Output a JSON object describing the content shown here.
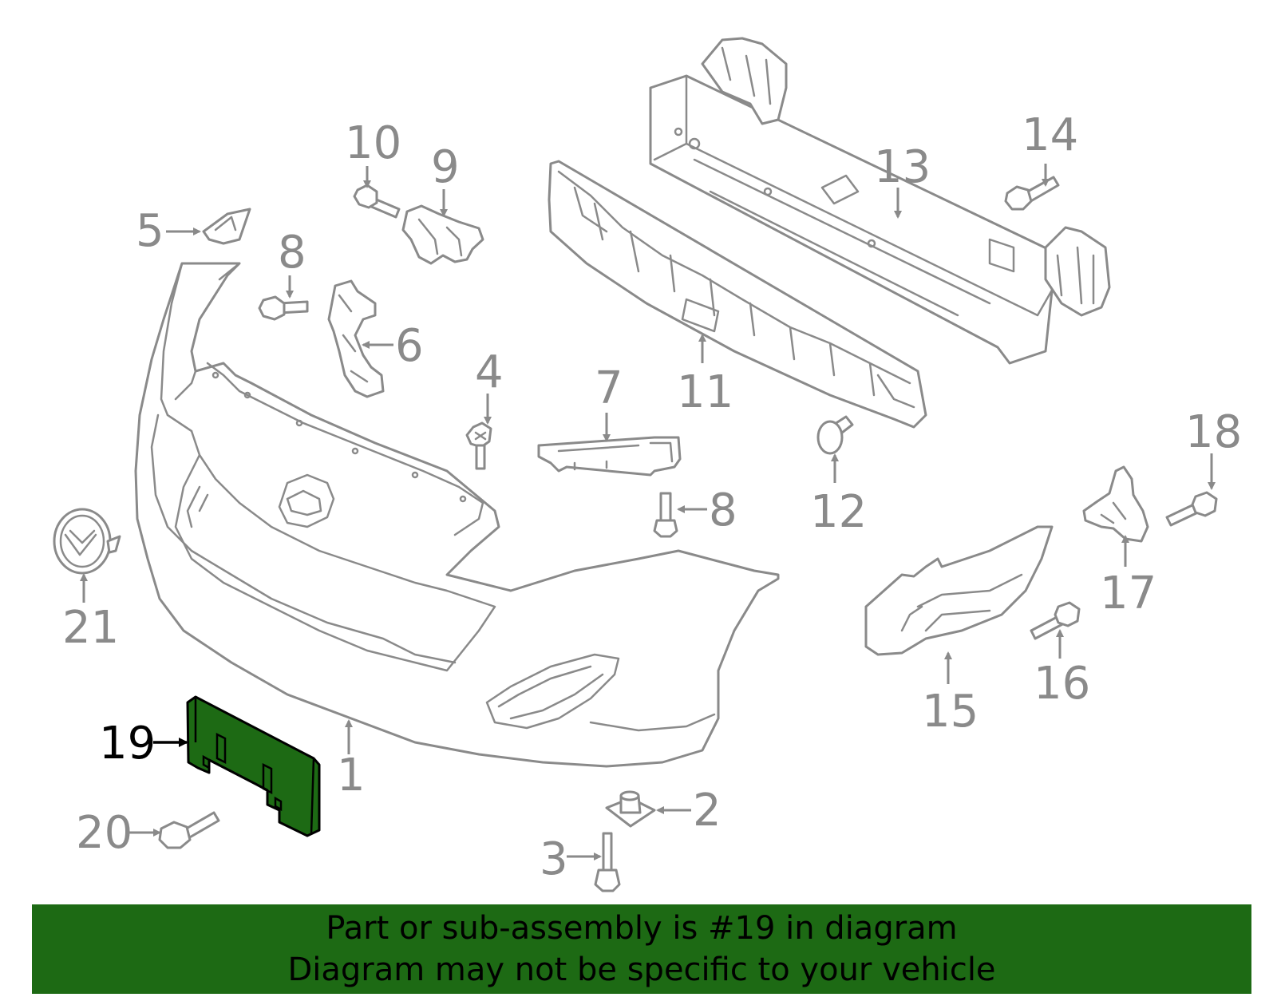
{
  "callouts": {
    "c1": "1",
    "c2": "2",
    "c3": "3",
    "c4": "4",
    "c5": "5",
    "c6": "6",
    "c7": "7",
    "c8a": "8",
    "c8b": "8",
    "c9": "9",
    "c10": "10",
    "c11": "11",
    "c12": "12",
    "c13": "13",
    "c14": "14",
    "c15": "15",
    "c16": "16",
    "c17": "17",
    "c18": "18",
    "c19": "19",
    "c20": "20",
    "c21": "21"
  },
  "highlight": {
    "part_number": "19",
    "color": "#1d6a14"
  },
  "banner": {
    "line1": "Part or sub-assembly is #19 in diagram",
    "line2": "Diagram may not be specific to your vehicle",
    "background": "#1d6a14"
  },
  "colors": {
    "line": "#8a8a8a",
    "highlight_text": "#000000"
  }
}
